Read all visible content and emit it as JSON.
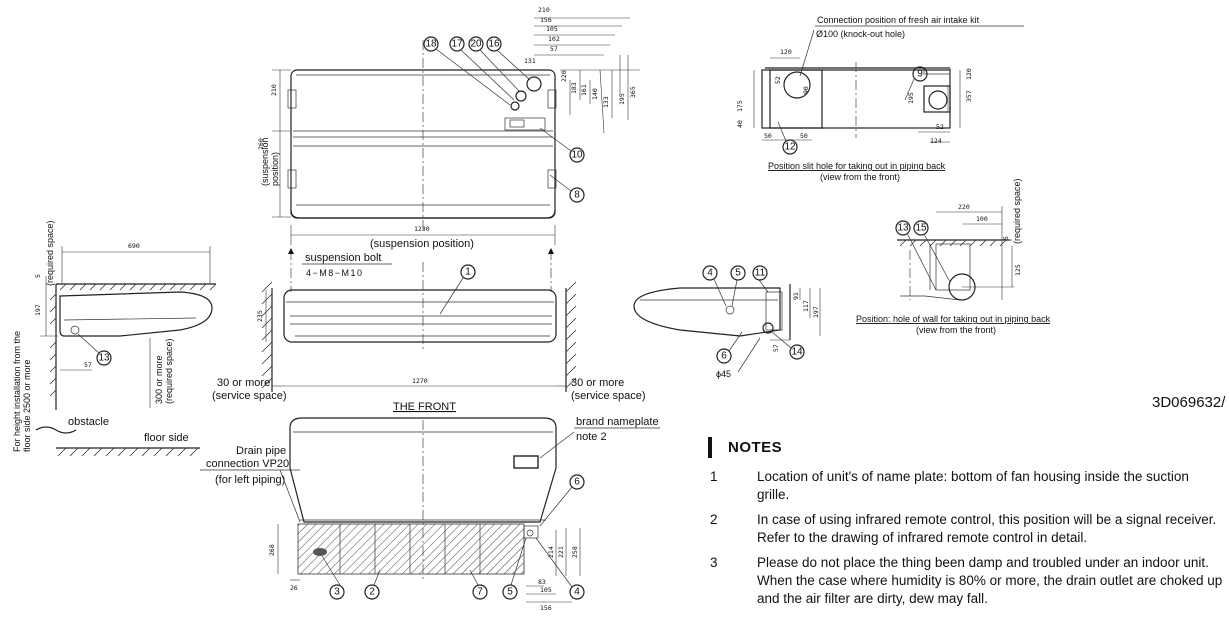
{
  "drawing": {
    "labels": {
      "fresh_air_kit": "Connection position of fresh air intake kit",
      "knockout": "Ø100 (knock-out hole)",
      "slit_caption": "Position slit hole for taking out in piping back",
      "slit_sub": "(view from the front)",
      "wall_caption": "Position: hole of wall for taking out in piping back",
      "wall_sub": "(view from the front)",
      "suspension_position_v1": "(suspension",
      "suspension_position_v2": "position)",
      "suspension_position_h": "(suspension position)",
      "suspension_bolt": "suspension bolt",
      "bolt_spec": "4−M8−M10",
      "service_left_1": "30 or more",
      "service_left_2": "(service space)",
      "service_right_1": "30 or more",
      "service_right_2": "(service space)",
      "the_front": "THE FRONT",
      "obstacle": "obstacle",
      "floor_side": "floor side",
      "height_install_1": "For height installation from the",
      "height_install_2": "floor side 2500 or more",
      "req_space_300_1": "300 or more",
      "req_space_300_2": "(required space)",
      "req_space_top": "(required space)",
      "req_space_right": "(required space)",
      "brand_nameplate": "brand nameplate",
      "note2": "note 2",
      "drain_1": "Drain pipe",
      "drain_2": "connection VP20",
      "drain_3": "(for left piping)",
      "phi45": "ϕ45"
    },
    "dims": {
      "top_210": "210",
      "top_156": "156",
      "top_105": "105",
      "top_102": "102",
      "top_57": "57",
      "top_131": "131",
      "r_365": "365",
      "r_220": "220",
      "r_183": "183",
      "r_161": "161",
      "r_195": "195",
      "r_140": "140",
      "r_133": "133",
      "left_210": "210",
      "left_260": "260",
      "w_1230": "1230",
      "w_1270": "1270",
      "h_235": "235",
      "side_690": "690",
      "side_5": "5",
      "side_197": "197",
      "side_57": "57",
      "rs_91": "91",
      "rs_117": "117",
      "rs_197": "197",
      "rs_57": "57",
      "b_268": "268",
      "b_214": "214",
      "b_221": "221",
      "b_258": "258",
      "b_26": "26",
      "b_83": "83",
      "b_105": "105",
      "b_156": "156",
      "tr_120": "120",
      "tr_52": "52",
      "tr_175": "175",
      "tr_90": "90",
      "tr_40": "40",
      "tr_50a": "50",
      "tr_50b": "50",
      "tr_195": "195",
      "tr_52b": "52",
      "tr_124": "124",
      "tr_357": "357",
      "tr_120b": "120",
      "wr_220": "220",
      "wr_100": "100",
      "wr_125": "125",
      "wr_5": "5"
    },
    "callouts": {
      "c1": "1",
      "c2": "2",
      "c3": "3",
      "c4": "4",
      "c5": "5",
      "c6": "6",
      "c7": "7",
      "c8": "8",
      "c9": "9",
      "c10": "10",
      "c11": "11",
      "c12": "12",
      "c13": "13",
      "c14": "14",
      "c15": "15",
      "c16": "16",
      "c17": "17",
      "c18": "18",
      "c20": "20"
    }
  },
  "doc_number": "3D069632/",
  "notes": {
    "title": "NOTES",
    "items": [
      {
        "num": "1",
        "text": "Location of unit's of name plate: bottom of fan housing inside the suction grille."
      },
      {
        "num": "2",
        "text": "In case of using infrared remote control, this position will be a signal receiver. Refer to the drawing of infrared remote control in detail."
      },
      {
        "num": "3",
        "text": "Please do not place the thing been damp and troubled under an indoor unit. When the case where humidity is 80% or more, the drain outlet are choked up and the air filter are dirty, dew may fall."
      }
    ]
  }
}
